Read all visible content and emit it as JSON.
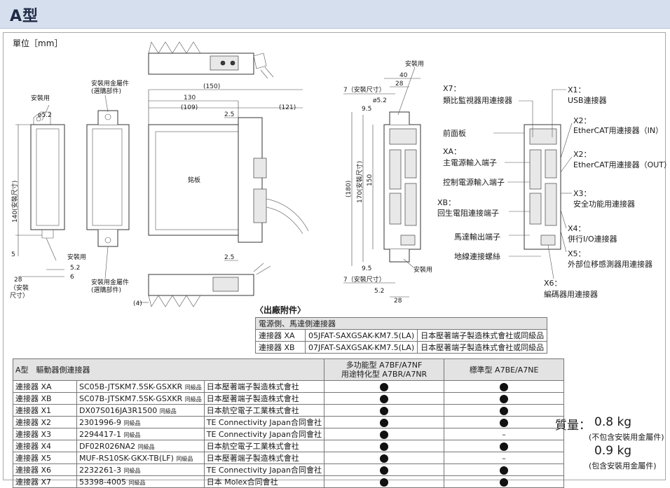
{
  "header": {
    "title": "A型"
  },
  "drawing": {
    "unit_label": "單位［mm］",
    "labels": {
      "mount_a": "安裝用",
      "mount_b": "安裝用",
      "mount_c": "安裝用",
      "mount_d": "安裝用",
      "metal_top": "安裝用金屬件",
      "metal_top_sub": "(選購部件)",
      "metal_bottom": "安裝用金屬件",
      "metal_bottom_sub": "(選購部件)",
      "nameplate": "銘板",
      "mount_size_top": "7（安裝尺寸）",
      "mount_size_bottom": "7（安裝尺寸）",
      "mount_size_left_a": "（安裝",
      "mount_size_left_b": "尺寸）",
      "dim_140": "140(安裝尺寸)",
      "dim_170": "170(安裝尺寸)",
      "dim_180": "(180)",
      "dim_150_v": "150",
      "dim_150_h": "(150)",
      "dim_130": "130",
      "dim_109": "(109)",
      "dim_121": "(121)",
      "dim_25a": "2.5",
      "dim_25b": "2.5",
      "dim_28a": "28",
      "dim_28b": "28",
      "dim_28c": "28",
      "dim_40": "40",
      "dim_52a": "ø5.2",
      "dim_52b": "ø5.2",
      "dim_52c": "5.2",
      "dim_52d": "5.2",
      "dim_95a": "9.5",
      "dim_95b": "9.5",
      "dim_6": "6",
      "dim_5": "5",
      "dim_4": "(4)"
    },
    "callouts": {
      "x7_id": "X7：",
      "x7_name": "類比監視器用連接器",
      "front": "前面板",
      "xa_id": "XA：",
      "xa_name": "主電源輸入端子",
      "ctrl": "控制電源輸入端子",
      "xb_id": "XB：",
      "xb_name": "回生電阻連接端子",
      "motor": "馬達輸出端子",
      "ground": "地線連接螺絲",
      "x1_id": "X1：",
      "x1_name": "USB連接器",
      "x2in_id": "X2：",
      "x2in_name": "EtherCAT用連接器（IN）",
      "x2out_id": "X2：",
      "x2out_name": "EtherCAT用連接器（OUT）",
      "x3_id": "X3：",
      "x3_name": "安全功能用連接器",
      "x4_id": "X4：",
      "x4_name": "併行I/O連接器",
      "x5_id": "X5：",
      "x5_name": "外部位移感測器用連接器",
      "x6_id": "X6：",
      "x6_name": "編碼器用連接器"
    }
  },
  "accessories": {
    "title": "〈出廠附件〉",
    "header": "電源側、馬達側連接器",
    "rows": [
      {
        "name": "連接器 XA",
        "part": "05JFAT-SAXGSAK-KM7.5(LA)",
        "maker": "日本壓著端子製造株式會社或同級品"
      },
      {
        "name": "連接器 XB",
        "part": "07JFAT-SAXGSAK-KM7.5(LA)",
        "maker": "日本壓著端子製造株式會社或同級品"
      }
    ]
  },
  "connectors": {
    "header_title": "A型　驅動器側連接器",
    "col_multi_line1": "多功能型 A7BF/A7NF",
    "col_multi_line2": "用途特化型 A7BR/A7NR",
    "col_standard": "標準型 A7BE/A7NE",
    "rows": [
      {
        "name": "連接器 XA",
        "part": "SC05B-JTSKM7.5SK-GSXKR",
        "note": "同級品",
        "maker": "日本壓著端子製造株式會社",
        "multi": "●",
        "standard": "●"
      },
      {
        "name": "連接器 XB",
        "part": "SC07B-JTSKM7.5SK-GSXKR",
        "note": "同級品",
        "maker": "日本壓著端子製造株式會社",
        "multi": "●",
        "standard": "●"
      },
      {
        "name": "連接器 X1",
        "part": "DX07S016JA3R1500",
        "note": "同級品",
        "maker": "日本航空電子工業株式會社",
        "multi": "●",
        "standard": "●"
      },
      {
        "name": "連接器 X2",
        "part": "2301996-9",
        "note": "同級品",
        "maker": "TE Connectivity Japan合同會社",
        "multi": "●",
        "standard": "●"
      },
      {
        "name": "連接器 X3",
        "part": "2294417-1",
        "note": "同級品",
        "maker": "TE Connectivity Japan合同會社",
        "multi": "●",
        "standard": "–"
      },
      {
        "name": "連接器 X4",
        "part": "DF02R026NA2",
        "note": "同級品",
        "maker": "日本航空電子工業株式會社",
        "multi": "●",
        "standard": "●"
      },
      {
        "name": "連接器 X5",
        "part": "MUF-RS10SK-GKX-TB(LF)",
        "note": "同級品",
        "maker": "日本壓著端子製造株式會社",
        "multi": "●",
        "standard": "–"
      },
      {
        "name": "連接器 X6",
        "part": "2232261-3",
        "note": "同級品",
        "maker": "TE Connectivity Japan合同會社",
        "multi": "●",
        "standard": "●"
      },
      {
        "name": "連接器 X7",
        "part": "53398-4005",
        "note": "同級品",
        "maker": "日本 Molex合同會社",
        "multi": "●",
        "standard": "●"
      }
    ]
  },
  "weight": {
    "label": "質量：",
    "value_without": "0.8 kg",
    "note_without": "(不包含安裝用金屬件)",
    "value_with": "0.9 kg",
    "note_with": "(包含安裝用金屬件)"
  }
}
